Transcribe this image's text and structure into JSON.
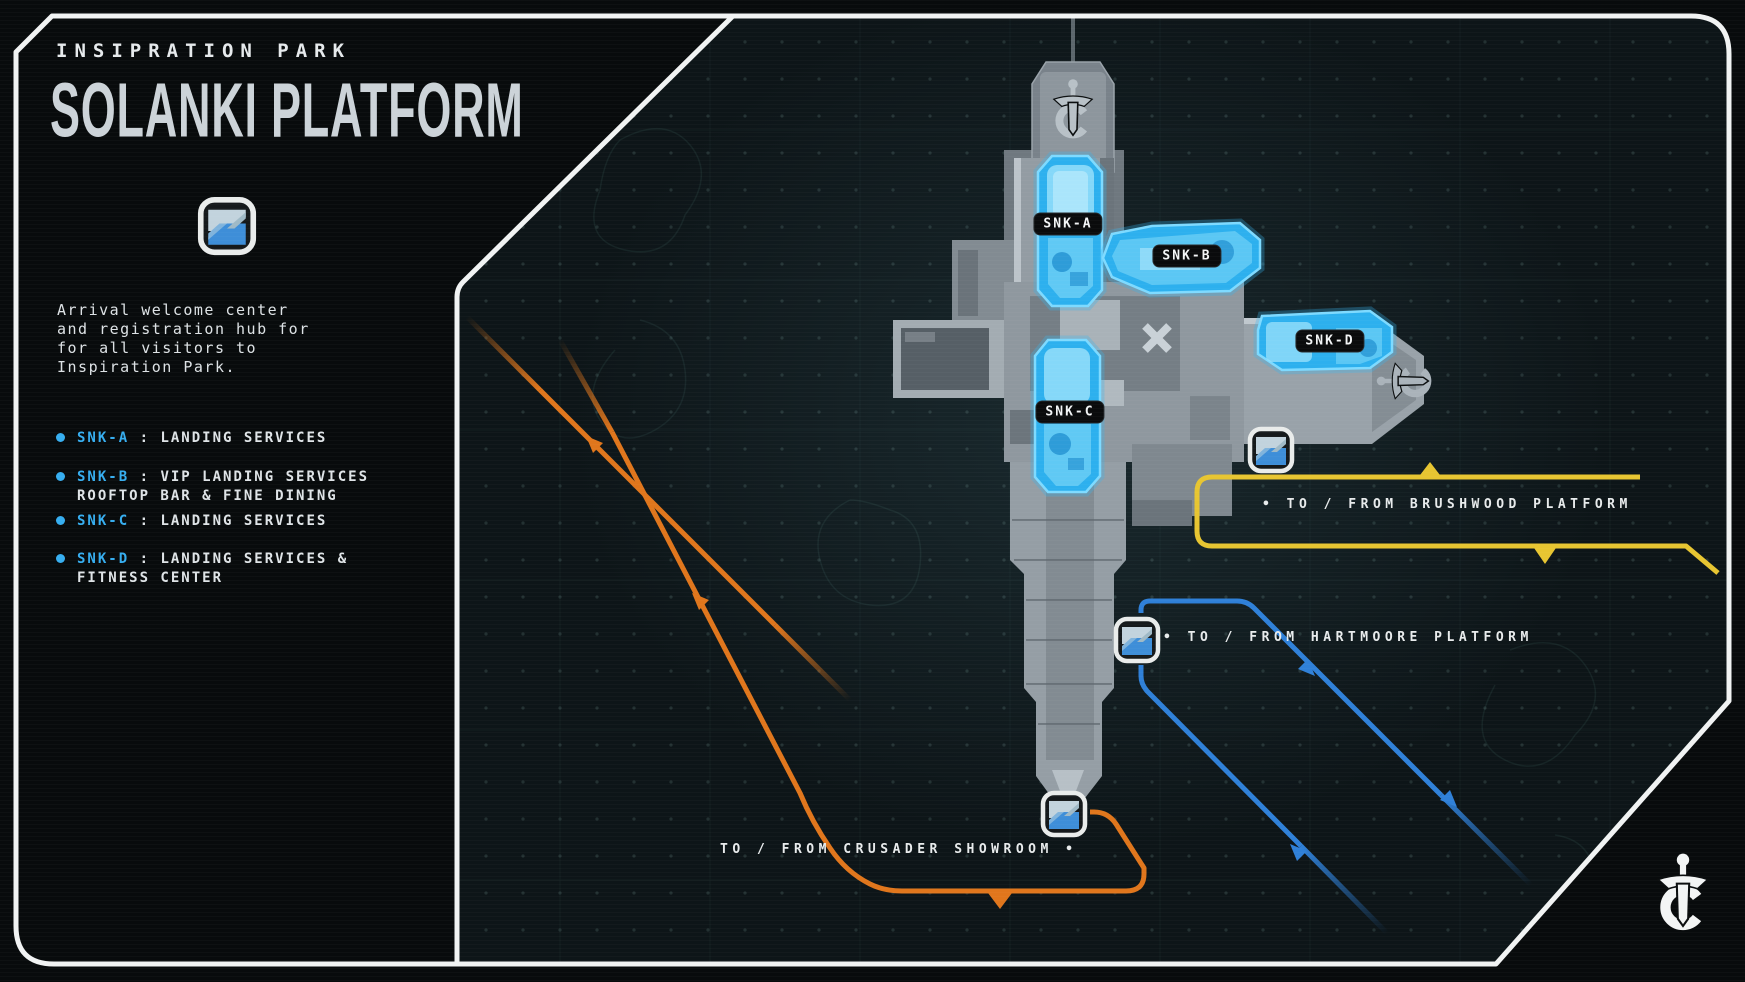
{
  "sidebar": {
    "kicker": "INSIPRATION PARK",
    "title": "SOLANKI PLATFORM",
    "badge_icon": "solanki-z-badge",
    "description": "Arrival welcome center\nand registration hub for\nfor all visitors to\nInspiration Park.",
    "legend": {
      "items": [
        {
          "code": "SNK-A",
          "desc": ": LANDING SERVICES",
          "desc2": ""
        },
        {
          "code": "SNK-B",
          "desc": ": VIP LANDING SERVICES",
          "desc2": "ROOFTOP BAR & FINE DINING"
        },
        {
          "code": "SNK-C",
          "desc": ": LANDING SERVICES",
          "desc2": ""
        },
        {
          "code": "SNK-D",
          "desc": ": LANDING SERVICES &",
          "desc2": "FITNESS CENTER"
        }
      ]
    }
  },
  "map": {
    "pads": {
      "a": {
        "label": "SNK-A"
      },
      "b": {
        "label": "SNK-B"
      },
      "c": {
        "label": "SNK-C"
      },
      "d": {
        "label": "SNK-D"
      }
    },
    "routes": {
      "brushwood": {
        "label": "• TO / FROM BRUSHWOOD PLATFORM",
        "color": "#e7c531"
      },
      "hartmoore": {
        "label": "• TO / FROM HARTMOORE PLATFORM",
        "color": "#2f80d8"
      },
      "crusader_showroom": {
        "label": "TO / FROM CRUSADER SHOWROOM •",
        "color": "#e0761c"
      }
    },
    "logos": {
      "platform_owner": "crusader-sword-c-logo",
      "transit_badge": "solanki-z-badge"
    }
  },
  "colors": {
    "accent_blue": "#36aef0",
    "pad_blue": "#2db0ee",
    "route_yellow": "#e7c531",
    "route_blue": "#2f80d8",
    "route_orange": "#e0761c",
    "frame_white": "#f1f3f3",
    "map_bg": "#0d1518",
    "panel_bg": "#080b0c"
  }
}
